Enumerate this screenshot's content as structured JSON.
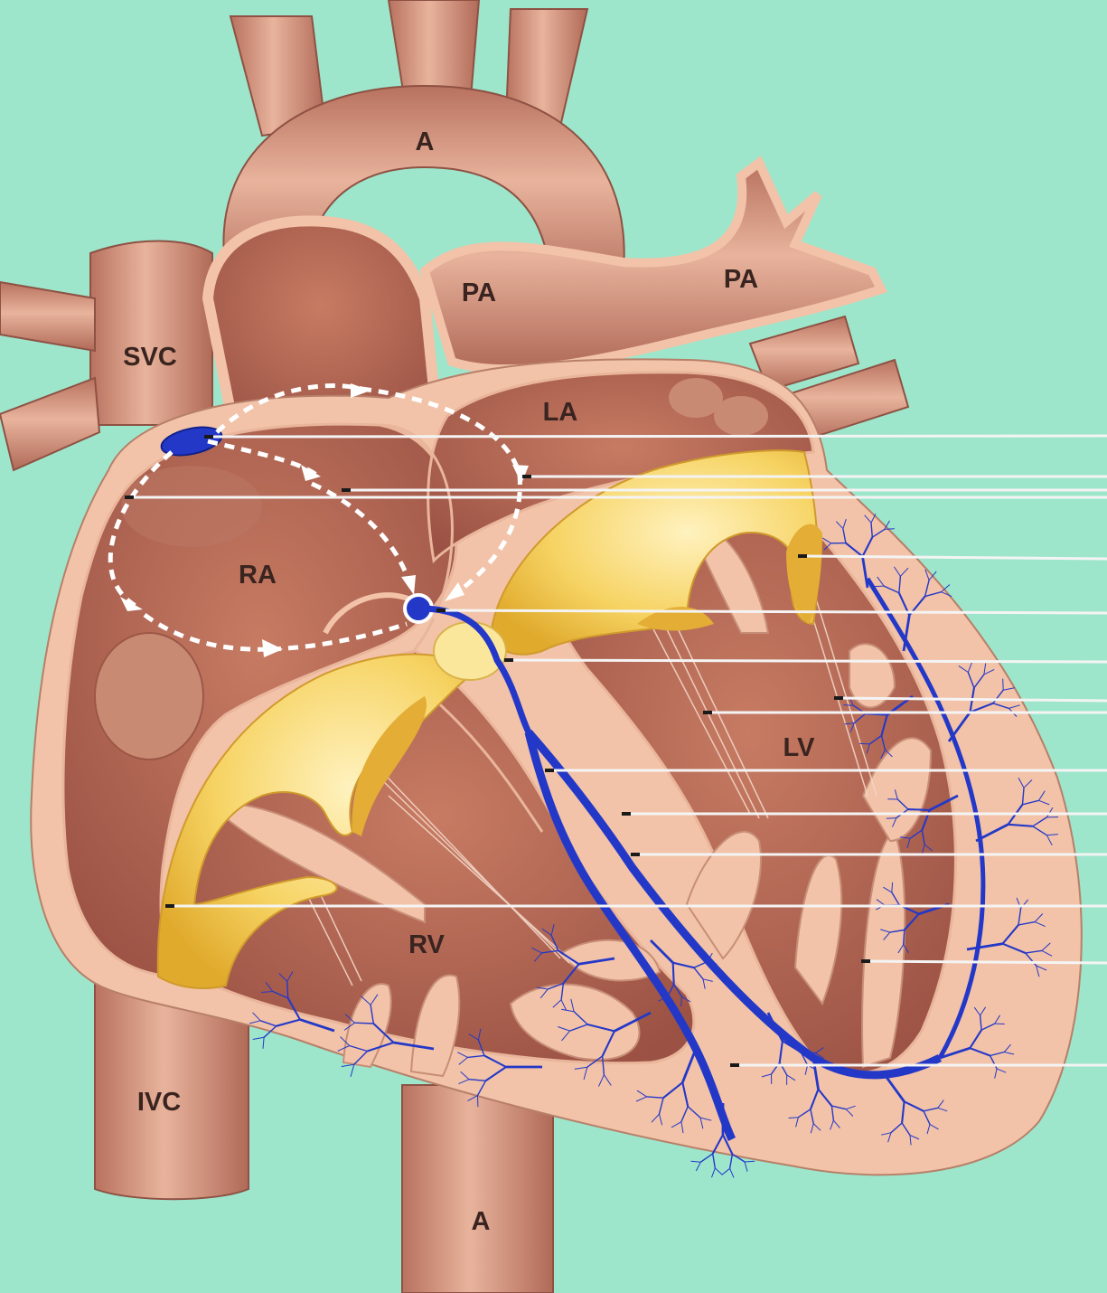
{
  "colors": {
    "background": "#9de6cc",
    "vessel": "#d79a82",
    "vessel_dark": "#b4705d",
    "wall": "#f2c3a8",
    "chamber": "#a85d4d",
    "chamber_light": "#c98066",
    "valve": "#f1c84a",
    "valve_light": "#fbe79c",
    "conduction": "#2438c8",
    "arrow": "#ffffff",
    "leader": "#f4f4f4"
  },
  "labels": {
    "aorta_top": "A",
    "pulmonary_artery_left": "PA",
    "pulmonary_artery_right": "PA",
    "svc": "SVC",
    "left_atrium": "LA",
    "right_atrium": "RA",
    "left_ventricle": "LV",
    "right_ventricle": "RV",
    "ivc": "IVC",
    "aorta_bottom": "A"
  },
  "structures": [
    "sa-node",
    "av-node",
    "his-bundle",
    "left-bundle-branch",
    "right-bundle-branch",
    "purkinje-fibers",
    "internodal-pathways",
    "mitral-valve",
    "tricuspid-valve"
  ]
}
